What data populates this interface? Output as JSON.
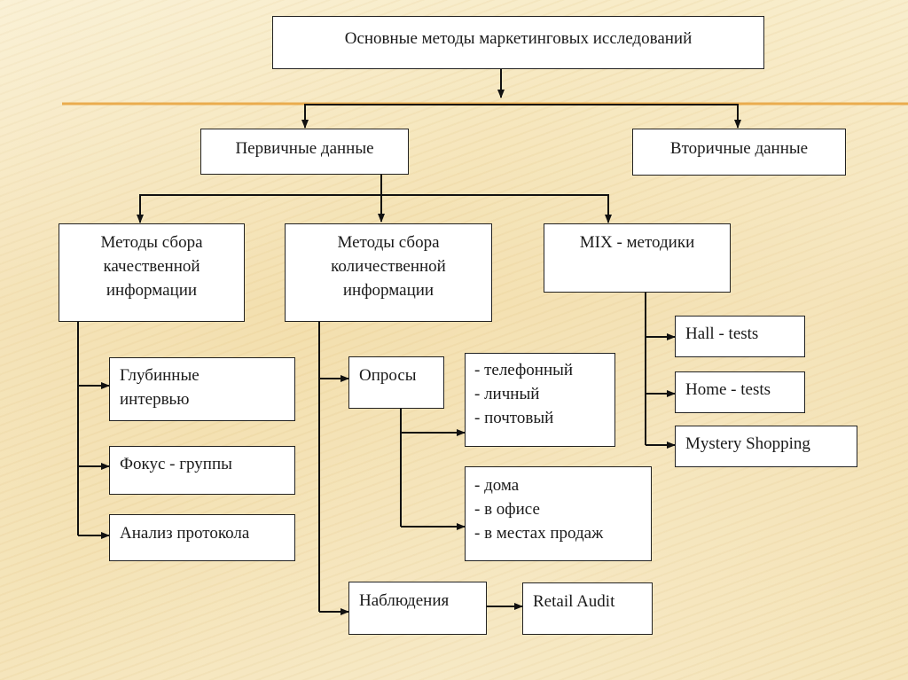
{
  "title": "Основные методы маркетинговых исследований",
  "primary": "Первичные данные",
  "secondary": "Вторичные данные",
  "qualitative": [
    "Методы сбора",
    "качественной",
    "информации"
  ],
  "quantitative": [
    "Методы сбора",
    "количественной",
    "информации"
  ],
  "mix": "MIX - методики",
  "deep_interview": [
    "Глубинные",
    "интервью"
  ],
  "focus_groups": "Фокус - группы",
  "protocol_analysis": "Анализ протокола",
  "surveys": "Опросы",
  "survey_types": [
    "- телефонный",
    "- личный",
    "- почтовый"
  ],
  "survey_places": [
    "- дома",
    "- в офисе",
    "- в местах продаж"
  ],
  "observations": "Наблюдения",
  "retail_audit": "Retail Audit",
  "hall_tests": "Hall - tests",
  "home_tests": "Home - tests",
  "mystery_shopping": "Mystery Shopping",
  "colors": {
    "box_border": "#222222",
    "connector": "#111111",
    "accent_line": "#e8a23a",
    "background": "#f5e4b8"
  }
}
